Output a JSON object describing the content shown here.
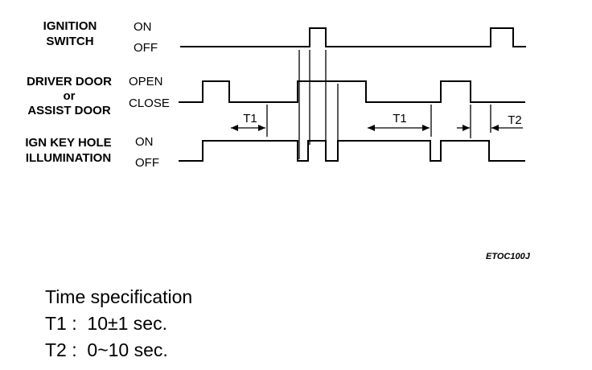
{
  "signals": [
    {
      "title_lines": [
        "IGNITION",
        "SWITCH"
      ],
      "high_label": "ON",
      "low_label": "OFF"
    },
    {
      "title_lines": [
        "DRIVER DOOR",
        "or",
        "ASSIST DOOR"
      ],
      "high_label": "OPEN",
      "low_label": "CLOSE"
    },
    {
      "title_lines": [
        "IGN KEY HOLE",
        "ILLUMINATION"
      ],
      "high_label": "ON",
      "low_label": "OFF"
    }
  ],
  "intervals": [
    "T1",
    "T1",
    "T2"
  ],
  "figure_code": "ETOC100J",
  "spec": {
    "title": "Time specification",
    "lines": [
      "T1 :  10±1 sec.",
      "T2 :  0~10 sec."
    ]
  }
}
